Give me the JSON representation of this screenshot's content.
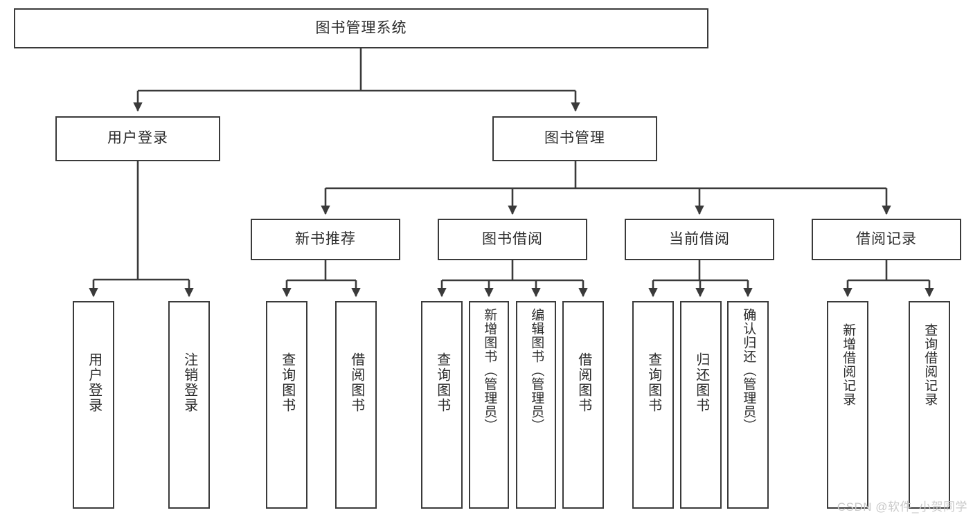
{
  "diagram": {
    "title": "图书管理系统",
    "type": "tree",
    "watermark": "CSDN @软件_小贺同学",
    "colors": {
      "stroke": "#3a3a3a",
      "fill": "#ffffff",
      "text": "#2b2b2b",
      "watermark": "#c9c9c9"
    },
    "nodes": {
      "root": {
        "label": "图书管理系统"
      },
      "level2": [
        {
          "id": "user-login",
          "label": "用户登录"
        },
        {
          "id": "book-manage",
          "label": "图书管理"
        }
      ],
      "level3": [
        {
          "id": "new-book-rec",
          "label": "新书推荐"
        },
        {
          "id": "book-borrow",
          "label": "图书借阅"
        },
        {
          "id": "current-borrow",
          "label": "当前借阅"
        },
        {
          "id": "borrow-record",
          "label": "借阅记录"
        }
      ],
      "leaves": {
        "user_login": [
          {
            "id": "leaf-user-login",
            "label": "用户登录"
          },
          {
            "id": "leaf-user-logout",
            "label": "注销登录"
          }
        ],
        "new_book_rec": [
          {
            "id": "leaf-query-book-1",
            "label": "查询图书"
          },
          {
            "id": "leaf-borrow-book-1",
            "label": "借阅图书"
          }
        ],
        "book_borrow": [
          {
            "id": "leaf-query-book-2",
            "label": "查询图书"
          },
          {
            "id": "leaf-add-book",
            "label": "新增图书（管理员）"
          },
          {
            "id": "leaf-edit-book",
            "label": "编辑图书（管理员）"
          },
          {
            "id": "leaf-borrow-book-2",
            "label": "借阅图书"
          }
        ],
        "current_borrow": [
          {
            "id": "leaf-query-book-3",
            "label": "查询图书"
          },
          {
            "id": "leaf-return-book",
            "label": "归还图书"
          },
          {
            "id": "leaf-confirm-return",
            "label": "确认归还（管理员）"
          }
        ],
        "borrow_record": [
          {
            "id": "leaf-add-record",
            "label": "新增借阅记录"
          },
          {
            "id": "leaf-query-record",
            "label": "查询借阅记录"
          }
        ]
      }
    }
  }
}
